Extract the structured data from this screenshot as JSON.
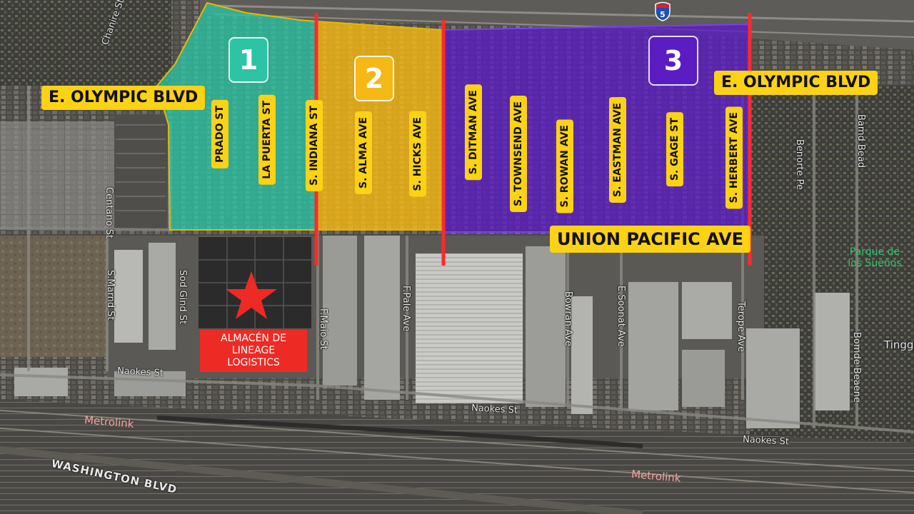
{
  "zones": [
    {
      "number": "1",
      "color": "#2cc4a4"
    },
    {
      "number": "2",
      "color": "#f5b814"
    },
    {
      "number": "3",
      "color": "#5b1cc4"
    }
  ],
  "boundary_color": "#ff2a2a",
  "streets_primary": {
    "olympic_west": "E. OLYMPIC BLVD",
    "olympic_east": "E. OLYMPIC BLVD",
    "union_pacific": "UNION PACIFIC AVE"
  },
  "streets_vertical": [
    "PRADO ST",
    "LA PUERTA ST",
    "S. INDIANA ST",
    "S. ALMA AVE",
    "S. HICKS AVE",
    "S. DITMAN AVE",
    "S. TOWNSEND AVE",
    "S. ROWAN AVE",
    "S. EASTMAN AVE",
    "S. GAGE ST",
    "S. HERBERT AVE"
  ],
  "warehouse": {
    "label": "ALMACÉN DE LINEAGE LOGISTICS",
    "icon": "star-icon"
  },
  "map_labels": {
    "chanire": "Chanire St",
    "centano": "Centano St",
    "smarnd": "S.Marnd St",
    "sodgind": "Sod Gind St",
    "fmaio": "F.Maio St",
    "fpale": "F.Pale Ave",
    "bowran": "Bowran Ave",
    "esoonat": "E.Soonat Ave",
    "terope": "Terope Ave",
    "benorte": "Benorte Pe",
    "bamd": "Bamd Bead",
    "bomde": "Bomde Beaene",
    "tingg": "Tingg",
    "naokes1": "Naokes St",
    "naokes2": "Naokes St",
    "naokes3": "Naokes St",
    "washington": "WASHINGTON BLVD",
    "park": "Parque de los Sueños",
    "interstate": "5"
  },
  "metro": [
    "Metrolink",
    "Metrolink"
  ]
}
